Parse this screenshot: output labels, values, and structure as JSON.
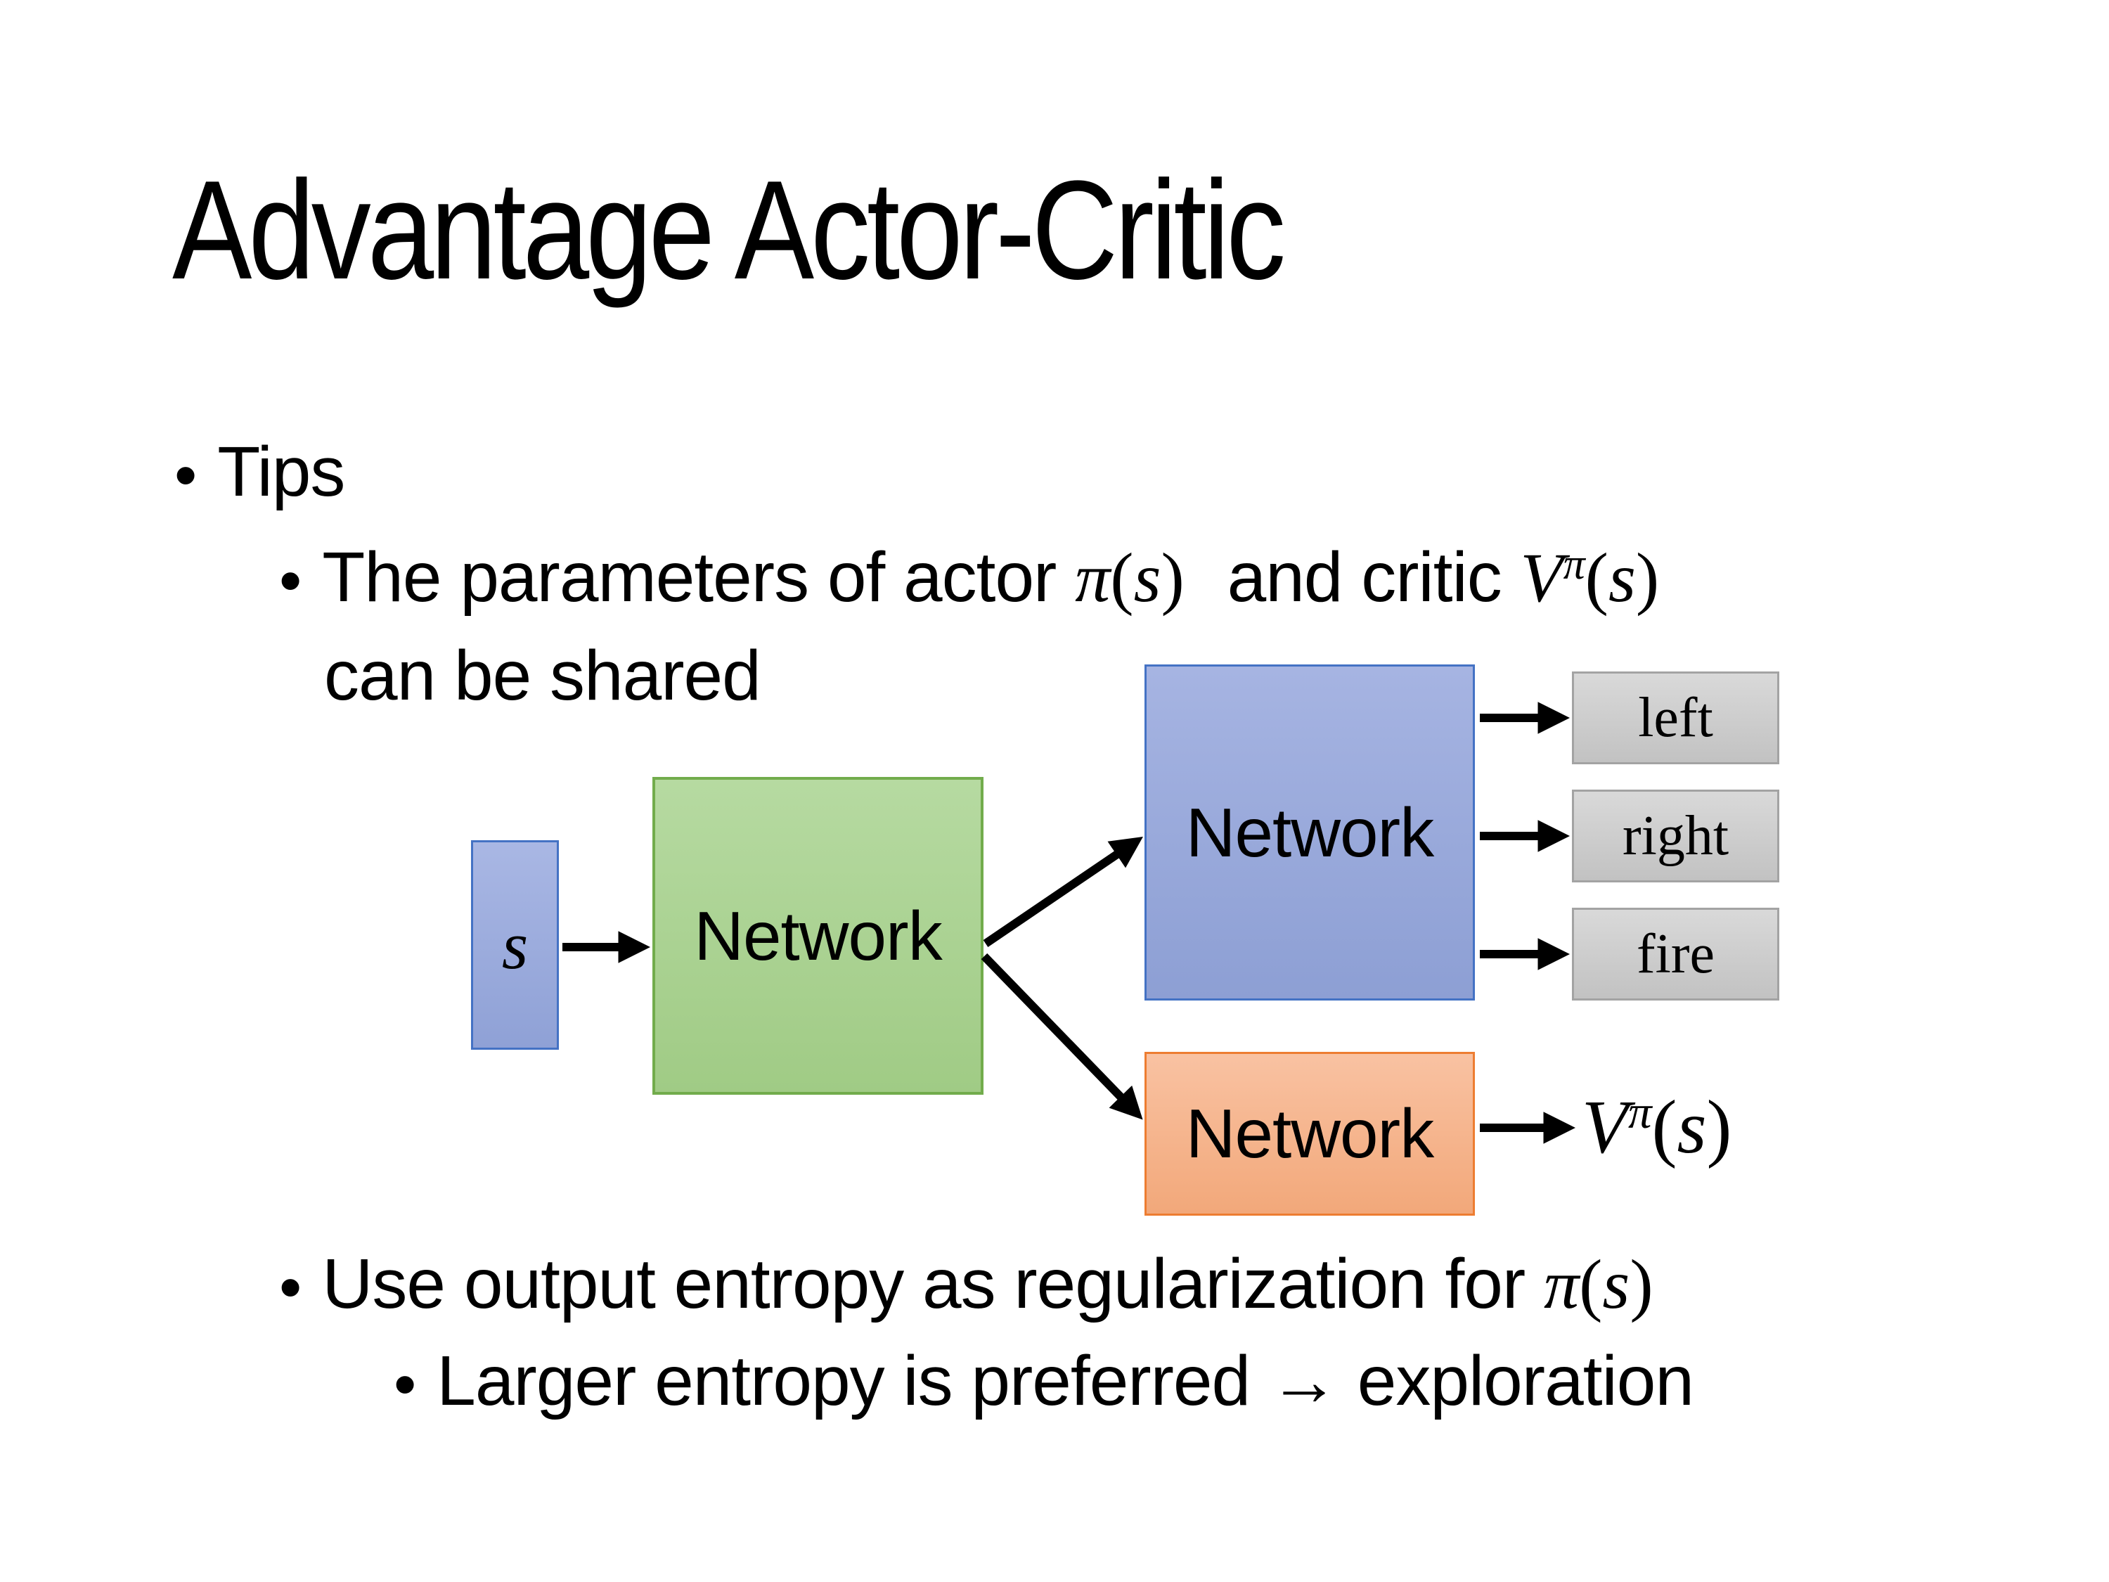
{
  "slide": {
    "title": "Advantage Actor-Critic",
    "bullet_char": "•",
    "tips_label": "Tips",
    "param_bullet": {
      "pre": "The parameters of actor ",
      "mid": " and critic ",
      "line2": "can be shared"
    },
    "entropy_bullet": {
      "pre": "Use output entropy as regularization for "
    },
    "larger_bullet": {
      "text": "Larger entropy is preferred → exploration"
    },
    "math": {
      "pi": "π",
      "s": "s",
      "V": "V",
      "open_paren": "(",
      "close_paren": ")"
    },
    "diagram": {
      "input_label": "s",
      "shared_network": "Network",
      "actor_network": "Network",
      "critic_network": "Network",
      "action_left": "left",
      "action_right": "right",
      "action_fire": "fire"
    },
    "colors": {
      "background": "#ffffff",
      "text": "#000000",
      "state_box_fill": "#9cabdd",
      "state_box_border": "#4472c4",
      "shared_box_fill": "#abd293",
      "shared_box_border": "#72ac4c",
      "actor_box_fill": "#99a9db",
      "actor_box_border": "#4472c4",
      "critic_box_fill": "#f5b58e",
      "critic_box_border": "#ed7d31",
      "action_box_fill": "#cdcdcd",
      "action_box_border": "#a3a3a3",
      "arrow": "#000000"
    }
  }
}
